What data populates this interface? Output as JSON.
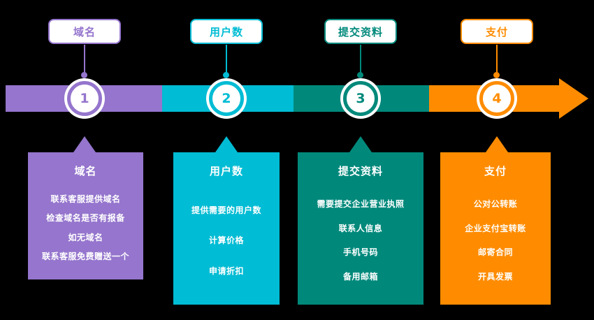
{
  "background_color": "#000000",
  "steps": [
    {
      "label": "域名",
      "number": "1",
      "color": "#9575cd",
      "card_title": "域名",
      "items": [
        "联系客服提供域名",
        "检查域名是否有报备",
        "如无域名",
        "联系客服免费赠送一个"
      ]
    },
    {
      "label": "用户数",
      "number": "2",
      "color": "#00bcd4",
      "card_title": "用户数",
      "items": [
        "提供需要的用户数",
        "计算价格",
        "申请折扣"
      ]
    },
    {
      "label": "提交资料",
      "number": "3",
      "color": "#00897b",
      "card_title": "提交资料",
      "items": [
        "需要提交企业营业执照",
        "联系人信息",
        "手机号码",
        "备用邮箱"
      ]
    },
    {
      "label": "支付",
      "number": "4",
      "color": "#ff8c00",
      "card_title": "支付",
      "items": [
        "公对公转账",
        "企业支付宝转账",
        "邮寄合同",
        "开具发票"
      ]
    }
  ]
}
